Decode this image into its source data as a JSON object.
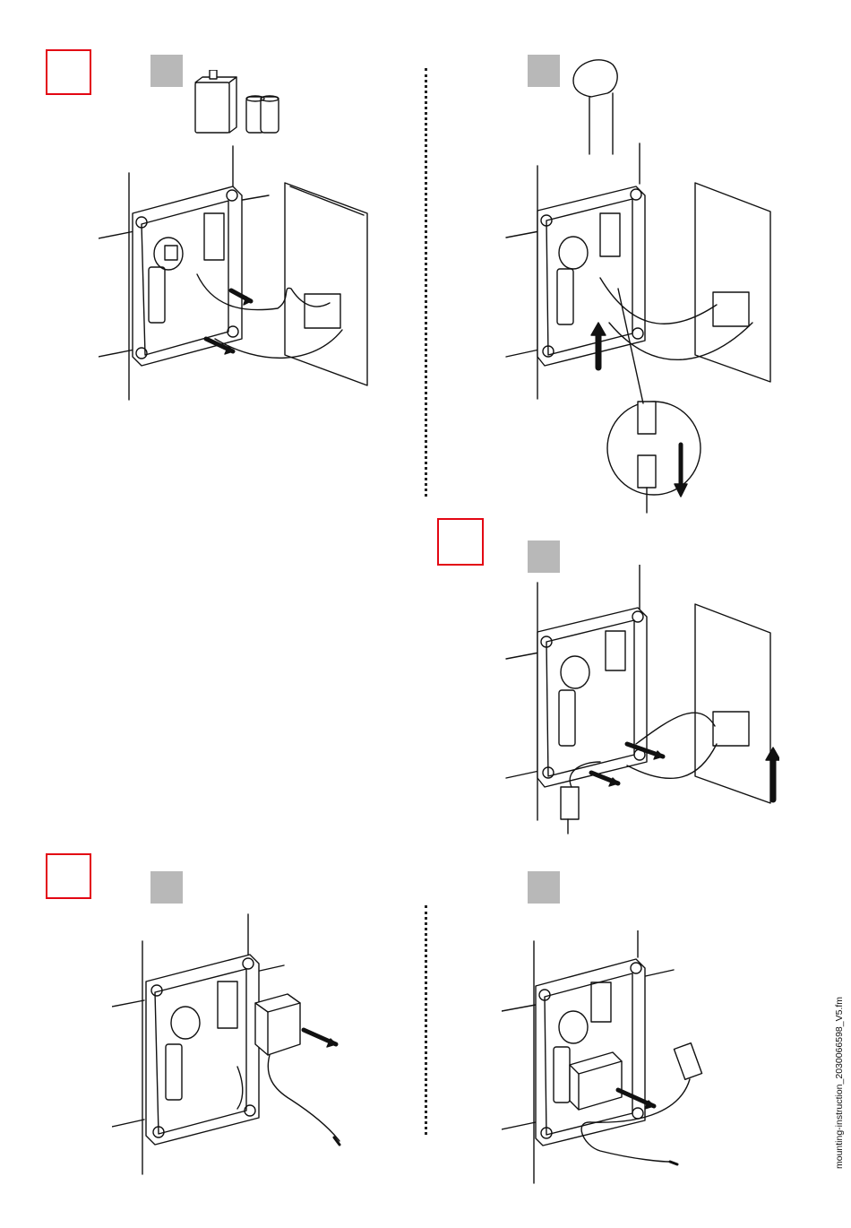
{
  "footer": {
    "filename": "mounting-instruction_2030066598_V5.fm"
  },
  "steps": [
    {
      "id": "step-1",
      "content": "remove-battery-disconnect-cable",
      "has_red_box": true
    },
    {
      "id": "step-2",
      "content": "disconnect-sensor-plug"
    },
    {
      "id": "step-3",
      "content": "connect-mains-cables",
      "has_red_box": true
    },
    {
      "id": "step-4",
      "content": "remove-battery-box",
      "has_red_box": true
    },
    {
      "id": "step-5",
      "content": "insert-power-supply"
    }
  ],
  "colors": {
    "red_box": "#e30613",
    "grey_square": "#b8b8b8",
    "line": "#111111"
  },
  "icons": [
    "battery-9v-icon",
    "battery-cr-icon",
    "sensor-cap-icon",
    "connector-plug-icon",
    "battery-box-icon",
    "power-supply-icon",
    "arrow-icon"
  ]
}
